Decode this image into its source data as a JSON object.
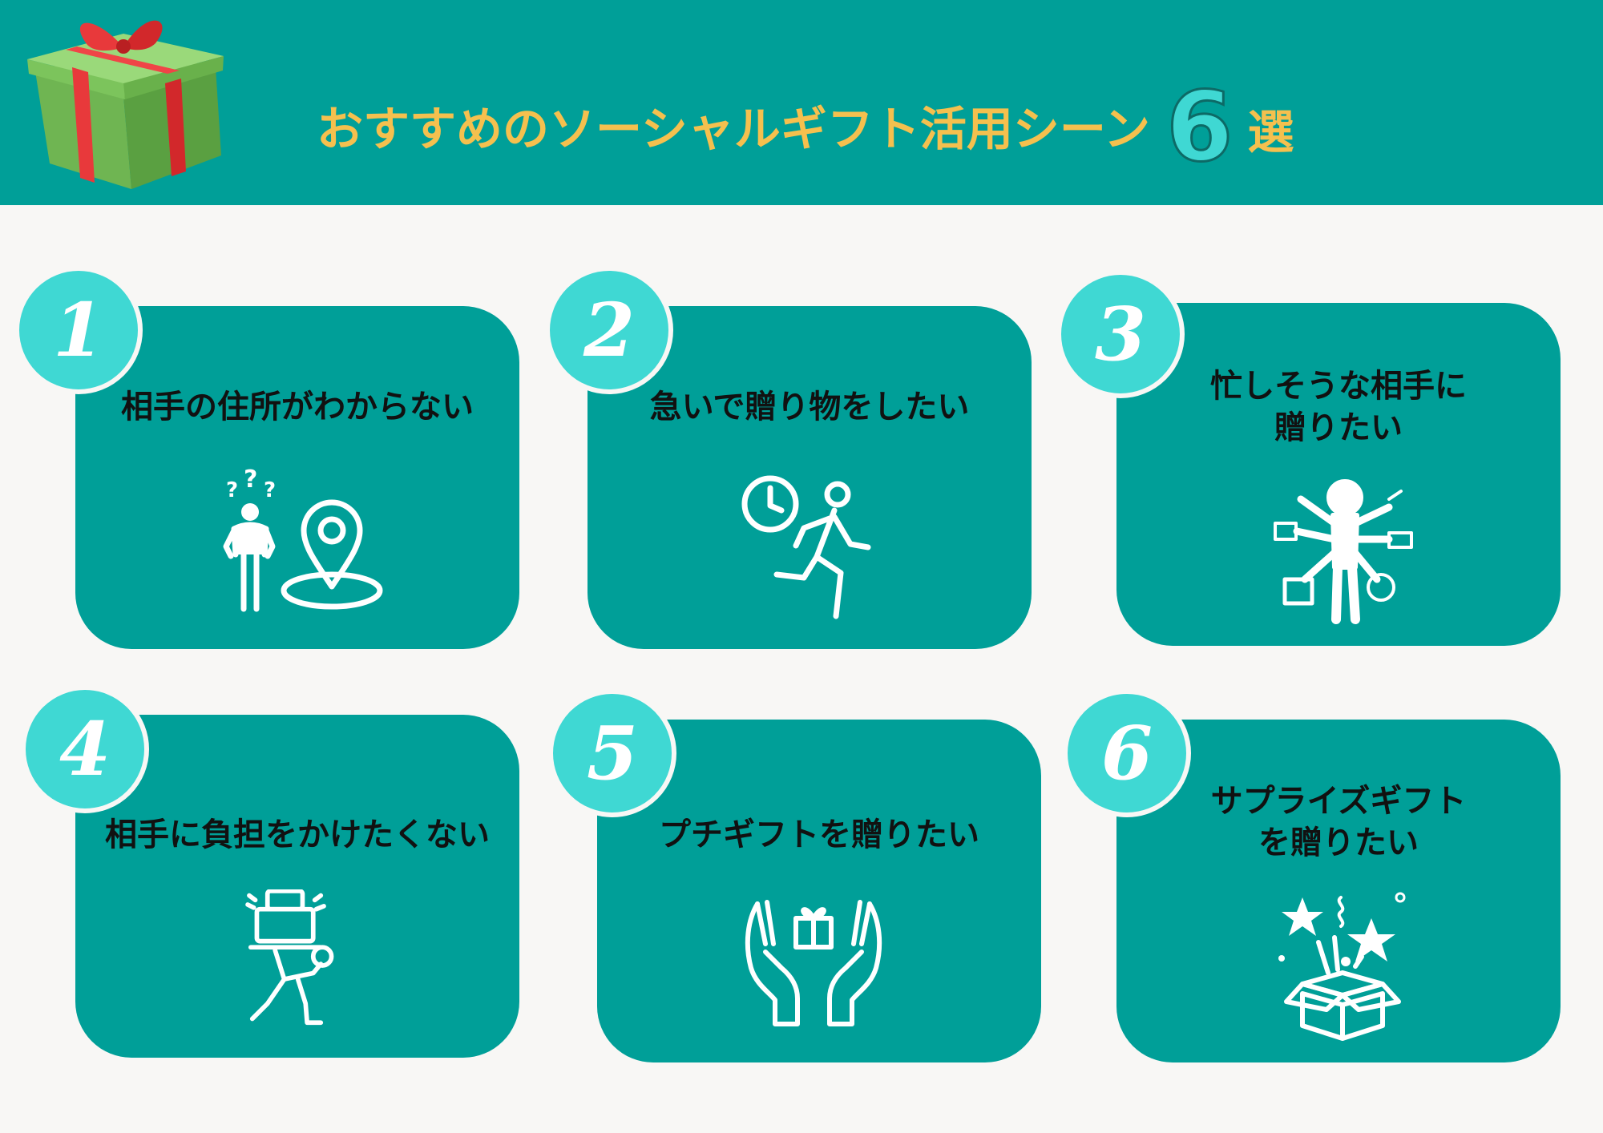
{
  "header": {
    "title_main": "おすすめのソーシャルギフト活用シーン",
    "title_number": "6",
    "title_suffix": "選"
  },
  "colors": {
    "header_bg": "#009f98",
    "card_bg": "#009f98",
    "badge": "#3fd8d3",
    "title_text": "#f5c04e",
    "page_bg": "#f8f7f5"
  },
  "cards": [
    {
      "number": "1",
      "label": "相手の住所がわからない",
      "icon": "confused-person-map-pin-icon"
    },
    {
      "number": "2",
      "label": "急いで贈り物をしたい",
      "icon": "clock-running-person-icon"
    },
    {
      "number": "3",
      "label": "忙しそうな相手に\n贈りたい",
      "icon": "busy-multitasking-person-icon"
    },
    {
      "number": "4",
      "label": "相手に負担をかけたくない",
      "icon": "person-carrying-heavy-box-icon"
    },
    {
      "number": "5",
      "label": "プチギフトを贈りたい",
      "icon": "hands-holding-gift-icon"
    },
    {
      "number": "6",
      "label": "サプライズギフト\nを贈りたい",
      "icon": "surprise-box-stars-icon"
    }
  ]
}
